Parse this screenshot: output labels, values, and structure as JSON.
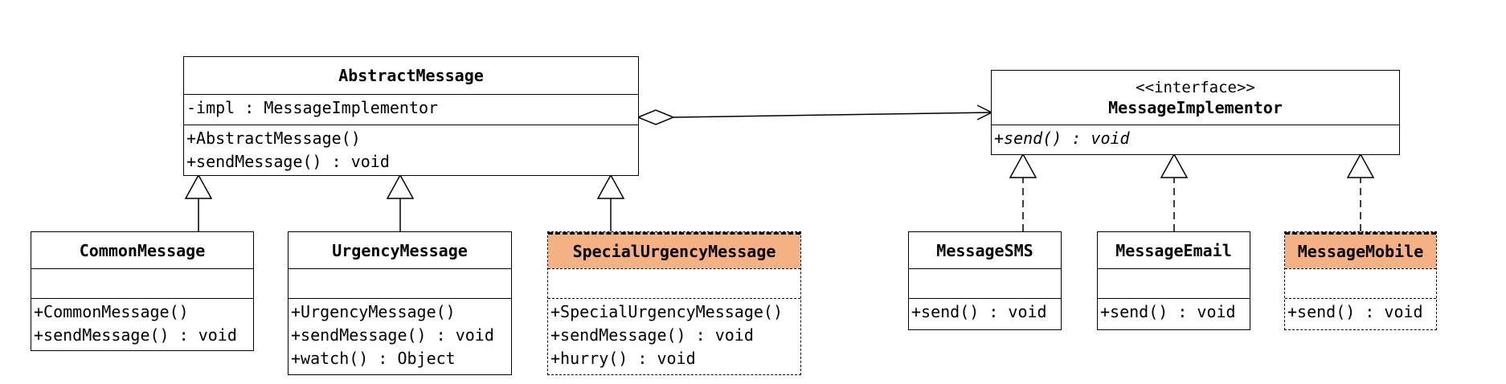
{
  "colors": {
    "highlight": "#f4b183",
    "line": "#000000",
    "background": "#ffffff"
  },
  "abstract_message": {
    "name": "AbstractMessage",
    "attributes": [
      "-impl : MessageImplementor"
    ],
    "operations": [
      "+AbstractMessage()",
      "+sendMessage() : void"
    ]
  },
  "message_implementor": {
    "stereotype": "<<interface>>",
    "name": "MessageImplementor",
    "operations": [
      "+send() : void"
    ]
  },
  "common_message": {
    "name": "CommonMessage",
    "operations": [
      "+CommonMessage()",
      "+sendMessage() : void"
    ]
  },
  "urgency_message": {
    "name": "UrgencyMessage",
    "operations": [
      "+UrgencyMessage()",
      "+sendMessage() : void",
      "+watch() : Object"
    ]
  },
  "special_urgency_message": {
    "name": "SpecialUrgencyMessage",
    "operations": [
      "+SpecialUrgencyMessage()",
      "+sendMessage() : void",
      "+hurry() : void"
    ]
  },
  "message_sms": {
    "name": "MessageSMS",
    "operations": [
      "+send() : void"
    ]
  },
  "message_email": {
    "name": "MessageEmail",
    "operations": [
      "+send() : void"
    ]
  },
  "message_mobile": {
    "name": "MessageMobile",
    "operations": [
      "+send() : void"
    ]
  }
}
